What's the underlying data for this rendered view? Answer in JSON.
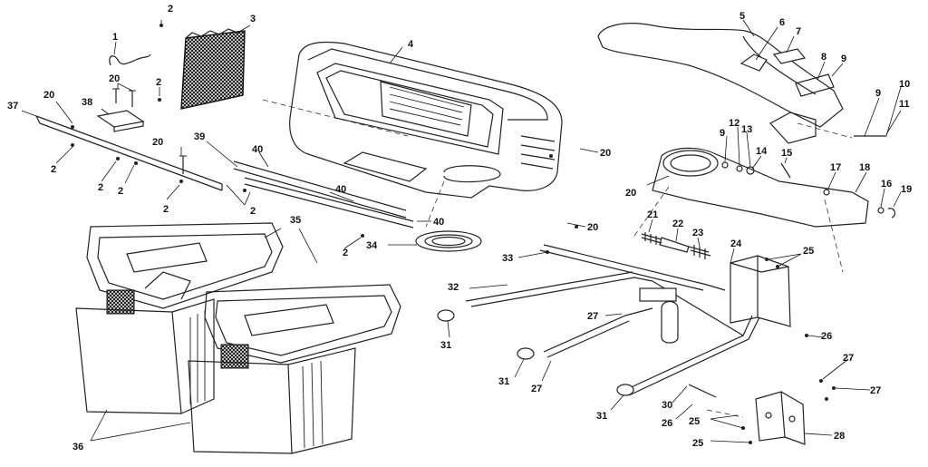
{
  "callouts": [
    {
      "id": "c2a",
      "text": "2"
    },
    {
      "id": "c3",
      "text": "3"
    },
    {
      "id": "c1",
      "text": "1"
    },
    {
      "id": "c20a",
      "text": "20"
    },
    {
      "id": "c38",
      "text": "38"
    },
    {
      "id": "c20b",
      "text": "20"
    },
    {
      "id": "c37",
      "text": "37"
    },
    {
      "id": "c2b",
      "text": "2"
    },
    {
      "id": "c2c",
      "text": "2"
    },
    {
      "id": "c2d",
      "text": "2"
    },
    {
      "id": "c2e",
      "text": "2"
    },
    {
      "id": "c20c",
      "text": "20"
    },
    {
      "id": "c2f",
      "text": "2"
    },
    {
      "id": "c39",
      "text": "39"
    },
    {
      "id": "c40a",
      "text": "40"
    },
    {
      "id": "c2g",
      "text": "2"
    },
    {
      "id": "c40b",
      "text": "40"
    },
    {
      "id": "c40c",
      "text": "40"
    },
    {
      "id": "c2h",
      "text": "2"
    },
    {
      "id": "c34",
      "text": "34"
    },
    {
      "id": "c4",
      "text": "4"
    },
    {
      "id": "c20d",
      "text": "20"
    },
    {
      "id": "c20e",
      "text": "20"
    },
    {
      "id": "c35",
      "text": "35"
    },
    {
      "id": "c36",
      "text": "36"
    },
    {
      "id": "c5",
      "text": "5"
    },
    {
      "id": "c6",
      "text": "6"
    },
    {
      "id": "c7",
      "text": "7"
    },
    {
      "id": "c8",
      "text": "8"
    },
    {
      "id": "c9a",
      "text": "9"
    },
    {
      "id": "c9b",
      "text": "9"
    },
    {
      "id": "c10",
      "text": "10"
    },
    {
      "id": "c11",
      "text": "11"
    },
    {
      "id": "c9c",
      "text": "9"
    },
    {
      "id": "c12",
      "text": "12"
    },
    {
      "id": "c13",
      "text": "13"
    },
    {
      "id": "c14",
      "text": "14"
    },
    {
      "id": "c15",
      "text": "15"
    },
    {
      "id": "c17",
      "text": "17"
    },
    {
      "id": "c18a",
      "text": "18"
    },
    {
      "id": "c16",
      "text": "16"
    },
    {
      "id": "c19",
      "text": "19"
    },
    {
      "id": "c20f",
      "text": "20"
    },
    {
      "id": "c21",
      "text": "21"
    },
    {
      "id": "c22",
      "text": "22"
    },
    {
      "id": "c23",
      "text": "23"
    },
    {
      "id": "c33",
      "text": "33"
    },
    {
      "id": "c24",
      "text": "24"
    },
    {
      "id": "c25a",
      "text": "25"
    },
    {
      "id": "c32",
      "text": "32"
    },
    {
      "id": "c27a",
      "text": "27"
    },
    {
      "id": "c26a",
      "text": "26"
    },
    {
      "id": "c31a",
      "text": "31"
    },
    {
      "id": "c31b",
      "text": "31"
    },
    {
      "id": "c27b",
      "text": "27"
    },
    {
      "id": "c31c",
      "text": "31"
    },
    {
      "id": "c27c",
      "text": "27"
    },
    {
      "id": "c27d",
      "text": "27"
    },
    {
      "id": "c30",
      "text": "30"
    },
    {
      "id": "c26b",
      "text": "26"
    },
    {
      "id": "c25b",
      "text": "25"
    },
    {
      "id": "c25c",
      "text": "25"
    },
    {
      "id": "c28",
      "text": "28"
    }
  ]
}
